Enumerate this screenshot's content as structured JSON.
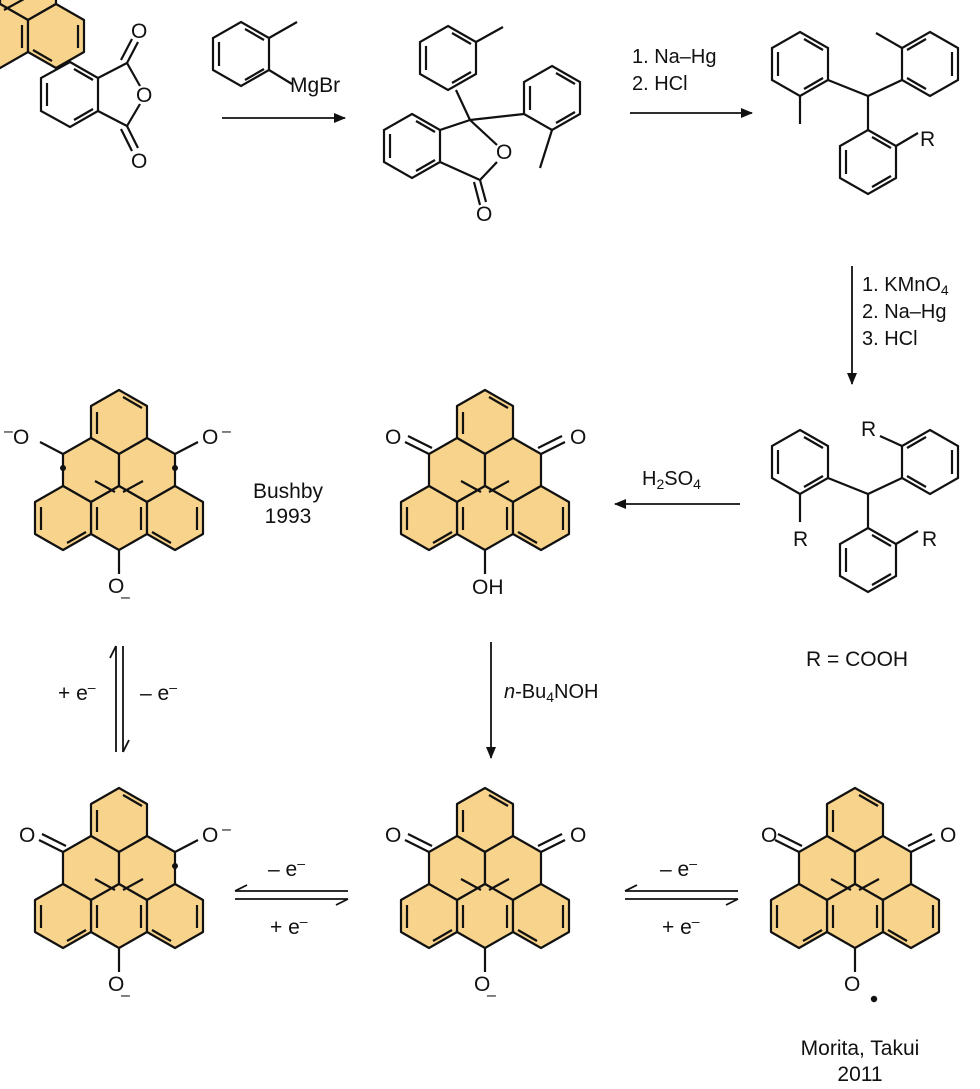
{
  "labels": {
    "grignard_reagent": "MgBr",
    "step1_a": "1. Na–Hg",
    "step1_b": "2. HCl",
    "step2_a_pre": "1. KMnO",
    "step2_a_sub": "4",
    "step2_b": "2. Na–Hg",
    "step2_c": "3. HCl",
    "acid_pre": "H",
    "acid_sub1": "2",
    "acid_mid": "SO",
    "acid_sub2": "4",
    "r_definition": "R = COOH",
    "base_italic": "n",
    "base_pre": "-Bu",
    "base_sub": "4",
    "base_post": "NOH",
    "bushby_name": "Bushby",
    "bushby_year": "1993",
    "morita_name": "Morita, Takui",
    "morita_year": "2011",
    "plus_e": "+ e",
    "minus_e": "– e",
    "minus_sign": "–",
    "atom_O": "O",
    "atom_OH": "OH",
    "atom_R": "R"
  },
  "colors": {
    "ring_fill": "#f7d38c",
    "bond": "#111111"
  }
}
